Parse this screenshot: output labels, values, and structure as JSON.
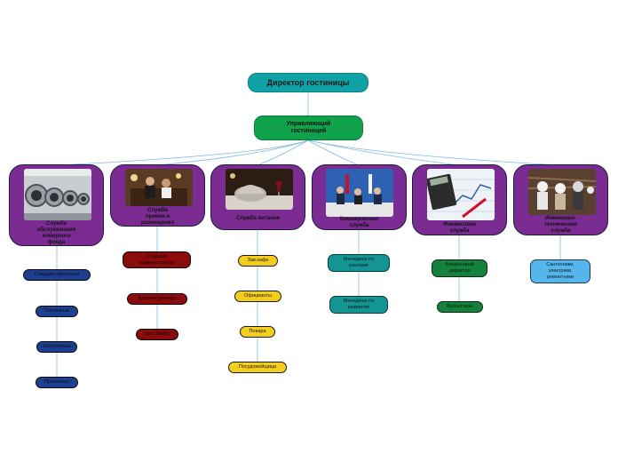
{
  "root": "Директор гостиницы",
  "manager": "Управляющий гостиницей",
  "departments": [
    {
      "label": "Служба обслуживания номерного фонда",
      "items": [
        "Старшая горничная",
        "Горничные",
        "Кастелянша",
        "Прачечная"
      ]
    },
    {
      "label": "Служба приема и размещения",
      "items": [
        "Старший администратор",
        "Администраторы",
        "Зав.Швейц"
      ]
    },
    {
      "label": "Служба питания",
      "items": [
        "Зав.кафе",
        "Официанты",
        "Повара",
        "Посудомойщица"
      ]
    },
    {
      "label": "Коммерческая служба",
      "items": [
        "Менеджер по рекламе",
        "Менеджер по развитию"
      ]
    },
    {
      "label": "Финансовая служба",
      "items": [
        "Финансовый директор",
        "Бухгалтеры"
      ]
    },
    {
      "label": "Инженерно-техническая служба",
      "items": [
        "Сантехники, электрики, ремонтники"
      ]
    }
  ],
  "colors": {
    "root": "#0fa3a8",
    "manager": "#11a34c",
    "department": "#7b2c92",
    "connector": "#7fb8e6"
  },
  "icons": [
    "washing-machines-photo",
    "reception-photo",
    "restaurant-dish-photo",
    "conference-photo",
    "finance-calculator-photo",
    "technicians-photo"
  ]
}
